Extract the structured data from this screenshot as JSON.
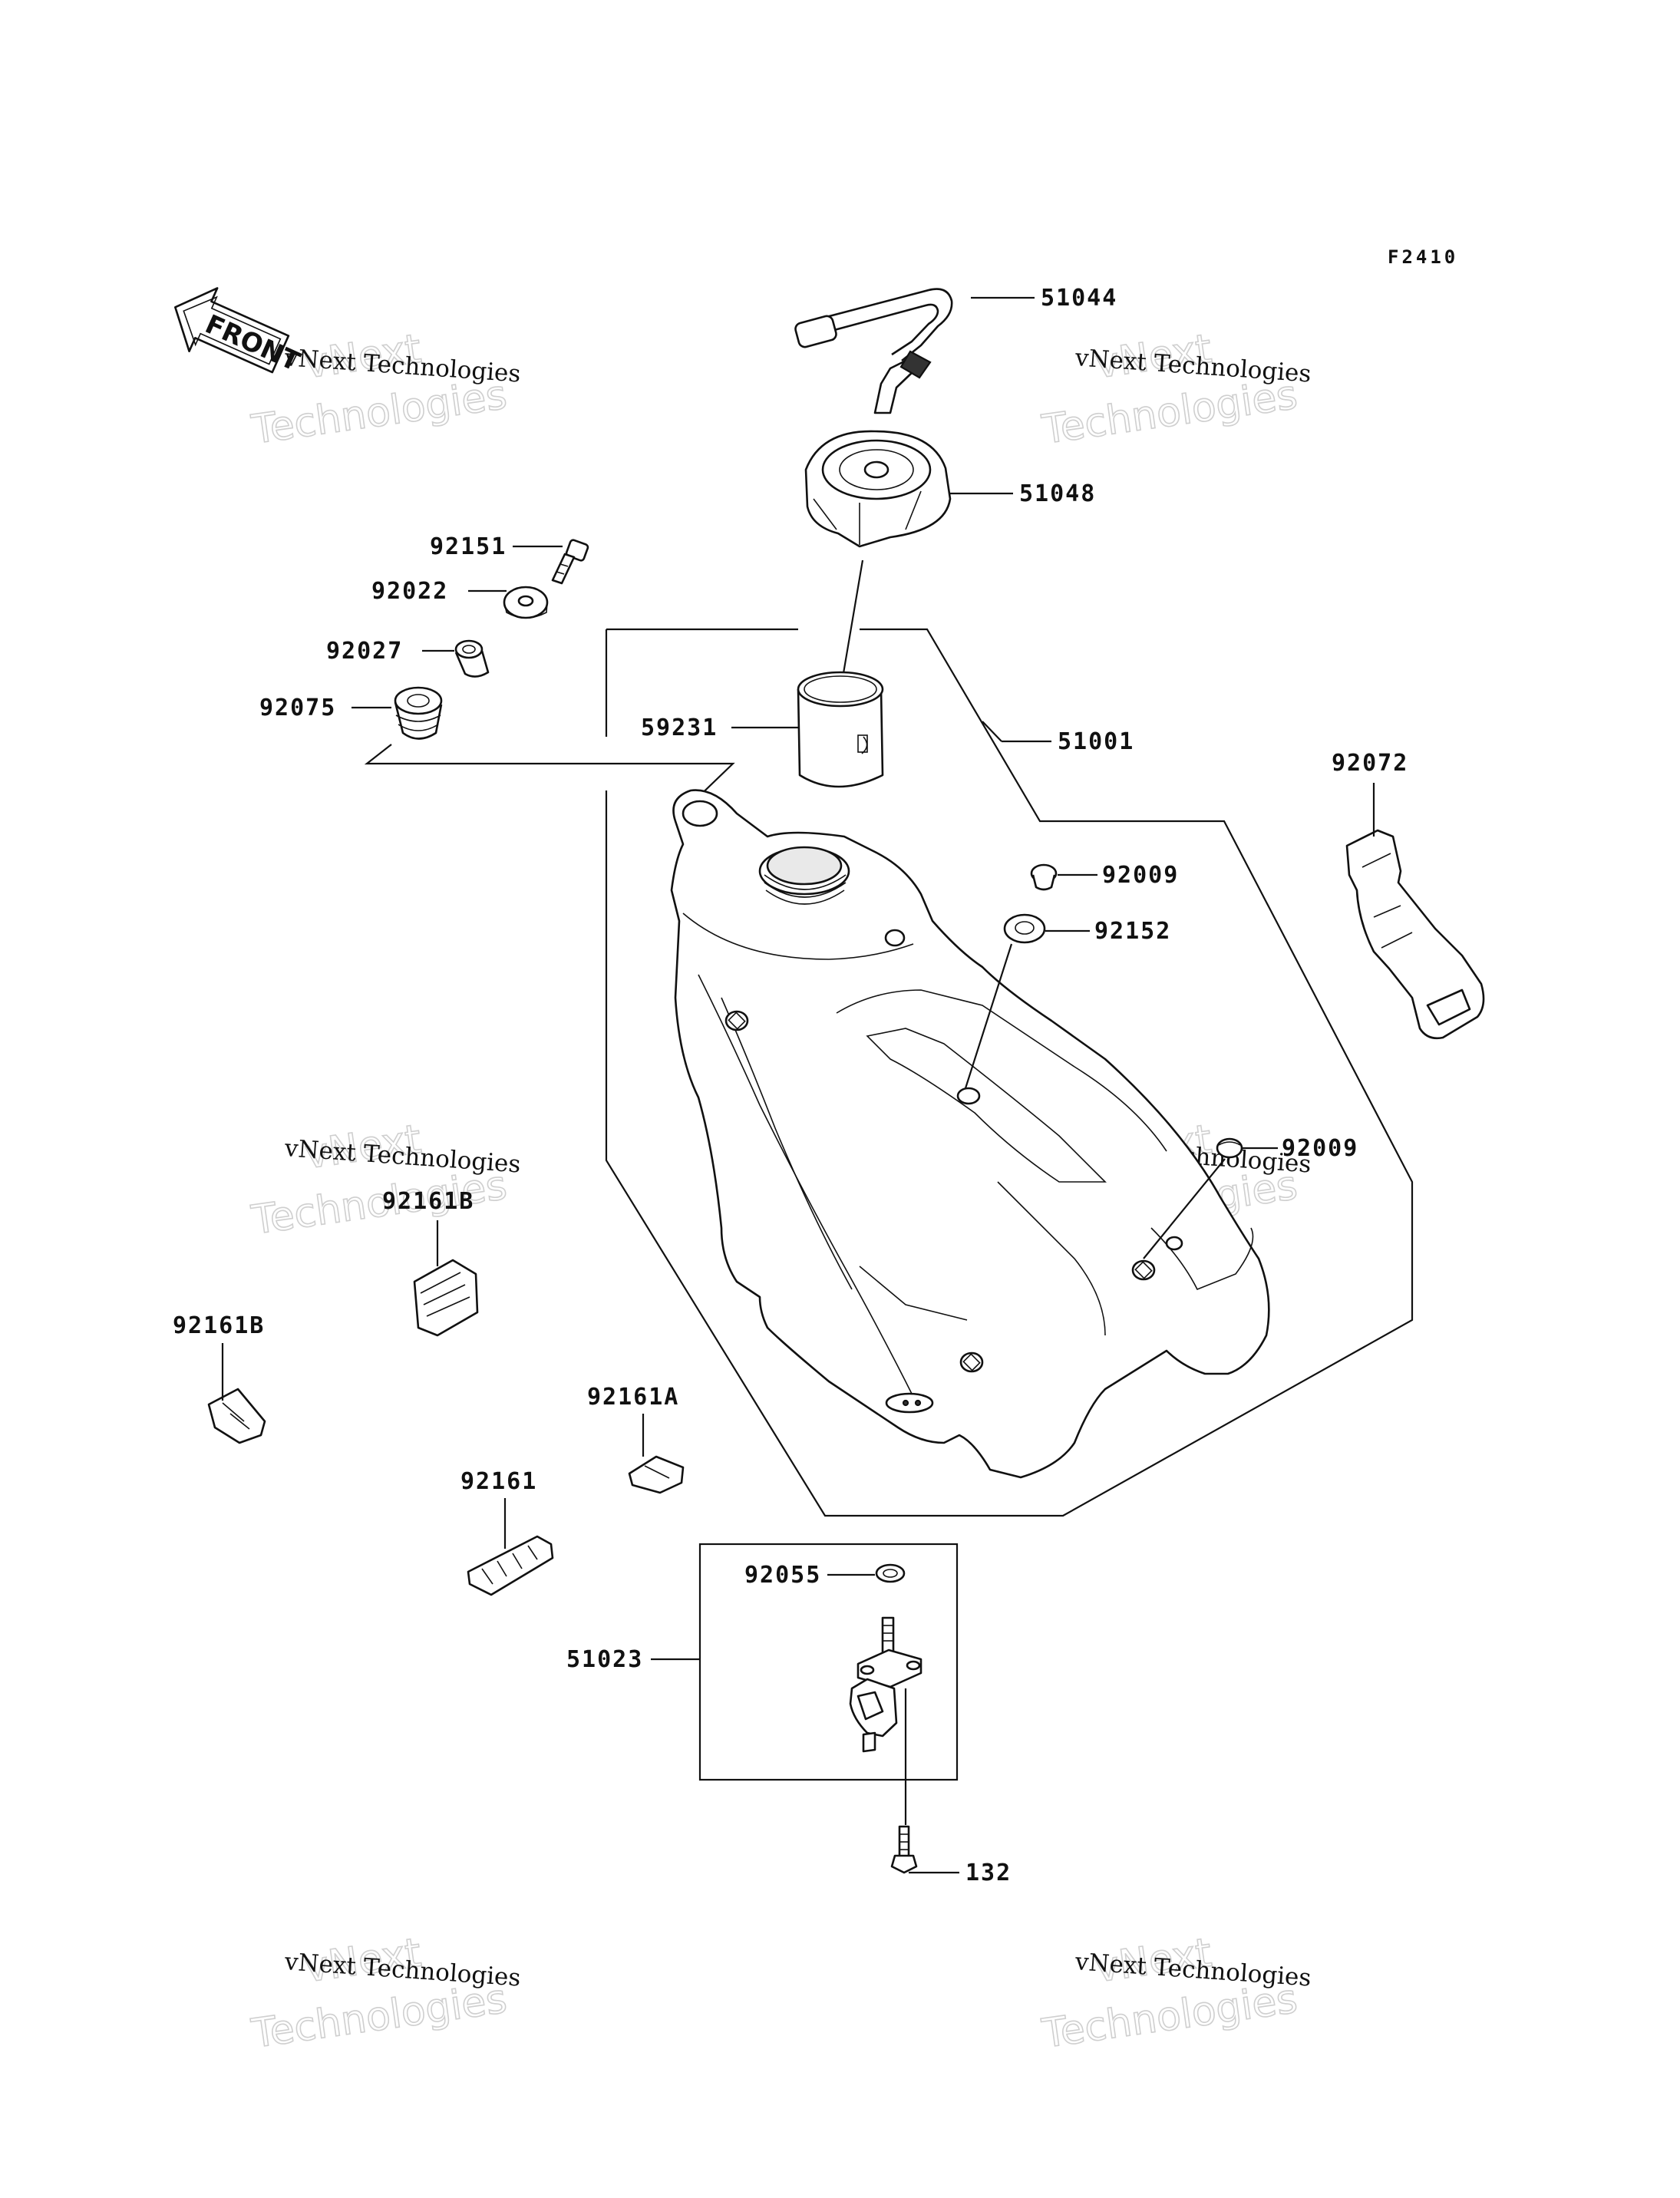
{
  "figure_code": "F2410",
  "front_label": "FRONT",
  "watermark": {
    "line1": "vNext Technologies",
    "line2": "vNext",
    "line3": "Technologies"
  },
  "parts": {
    "p51044": "51044",
    "p51048": "51048",
    "p92151": "92151",
    "p92022": "92022",
    "p92027": "92027",
    "p92075": "92075",
    "p59231": "59231",
    "p51001": "51001",
    "p92072": "92072",
    "p92009a": "92009",
    "p92152": "92152",
    "p92009b": "92009",
    "p92161B_a": "92161B",
    "p92161B_b": "92161B",
    "p92161A": "92161A",
    "p92161": "92161",
    "p92055": "92055",
    "p51023": "51023",
    "p132": "132"
  },
  "icon_names": [
    "front-arrow-icon",
    "fuel-hose",
    "fuel-cap",
    "fuel-tank",
    "fuel-tap"
  ]
}
